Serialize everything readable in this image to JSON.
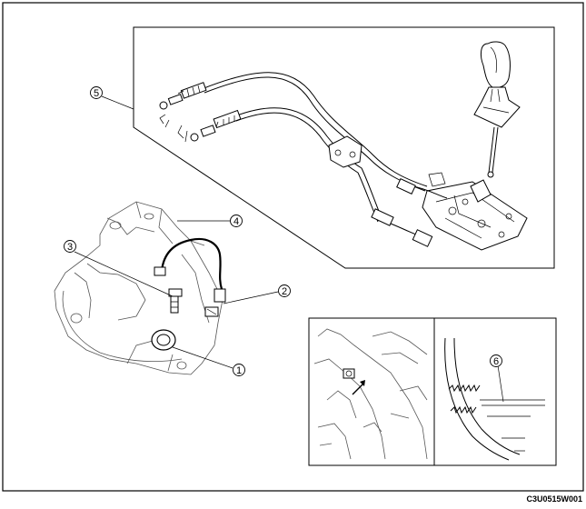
{
  "figure": {
    "code": "C3U0515W001",
    "callouts": [
      {
        "id": "c1",
        "label": "1"
      },
      {
        "id": "c2",
        "label": "2"
      },
      {
        "id": "c3",
        "label": "3"
      },
      {
        "id": "c4",
        "label": "4"
      },
      {
        "id": "c5",
        "label": "5"
      },
      {
        "id": "c6",
        "label": "6"
      }
    ]
  }
}
